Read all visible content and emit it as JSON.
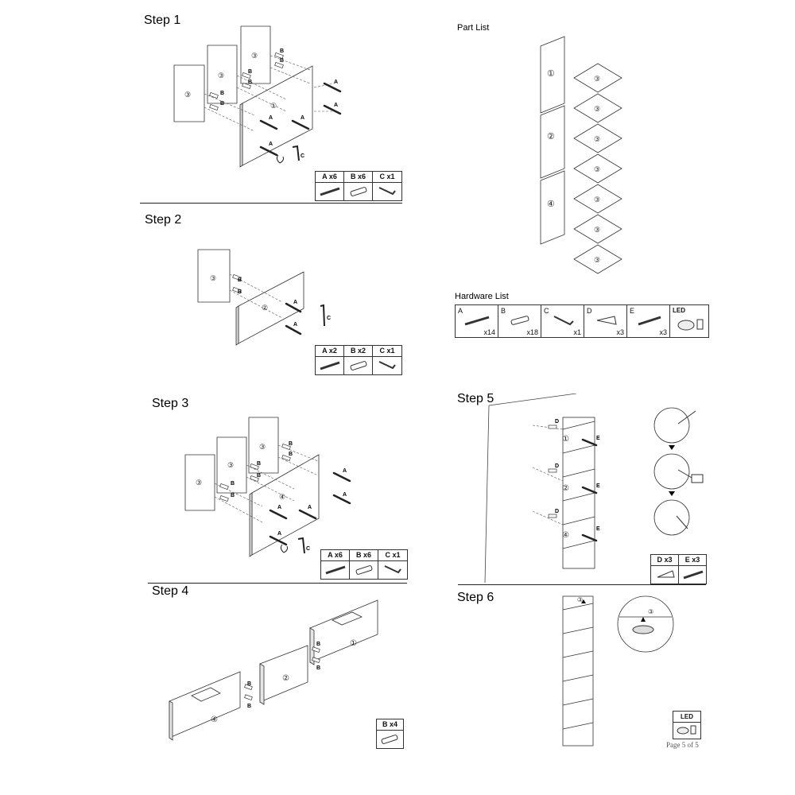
{
  "steps": {
    "step1": "Step 1",
    "step2": "Step 2",
    "step3": "Step 3",
    "step4": "Step 4",
    "step5": "Step 5",
    "step6": "Step 6"
  },
  "part_list": {
    "title": "Part List",
    "tall_panels": [
      "①",
      "②",
      "④"
    ],
    "shelves": [
      "③",
      "③",
      "③",
      "③",
      "③",
      "③",
      "③"
    ]
  },
  "hardware_list": {
    "title": "Hardware List",
    "items": [
      {
        "label": "A",
        "qty": "x14",
        "icon": "screw-icon"
      },
      {
        "label": "B",
        "qty": "x18",
        "icon": "dowel-icon"
      },
      {
        "label": "C",
        "qty": "x1",
        "icon": "allen-key-icon"
      },
      {
        "label": "D",
        "qty": "x3",
        "icon": "wall-anchor-icon"
      },
      {
        "label": "E",
        "qty": "x3",
        "icon": "wall-screw-icon"
      },
      {
        "label": "LED",
        "qty": "",
        "icon": "led-light-icon"
      }
    ]
  },
  "step1_box": [
    {
      "head": "A x6",
      "icon": "screw-icon"
    },
    {
      "head": "B x6",
      "icon": "dowel-icon"
    },
    {
      "head": "C x1",
      "icon": "allen-key-icon"
    }
  ],
  "step2_box": [
    {
      "head": "A x2",
      "icon": "screw-icon"
    },
    {
      "head": "B x2",
      "icon": "dowel-icon"
    },
    {
      "head": "C x1",
      "icon": "allen-key-icon"
    }
  ],
  "step3_box": [
    {
      "head": "A x6",
      "icon": "screw-icon"
    },
    {
      "head": "B x6",
      "icon": "dowel-icon"
    },
    {
      "head": "C x1",
      "icon": "allen-key-icon"
    }
  ],
  "step4_box": [
    {
      "head": "B x4",
      "icon": "dowel-icon"
    }
  ],
  "step5_box": [
    {
      "head": "D x3",
      "icon": "wall-anchor-icon"
    },
    {
      "head": "E x3",
      "icon": "wall-screw-icon"
    }
  ],
  "step6_box": {
    "head": "LED",
    "icon": "led-light-icon"
  },
  "labels": {
    "a": "A",
    "b": "B",
    "c": "C",
    "d": "D",
    "e": "E",
    "p1": "①",
    "p2": "②",
    "p3": "③",
    "p4": "④"
  },
  "footer": {
    "page": "Page 5 of 5"
  }
}
